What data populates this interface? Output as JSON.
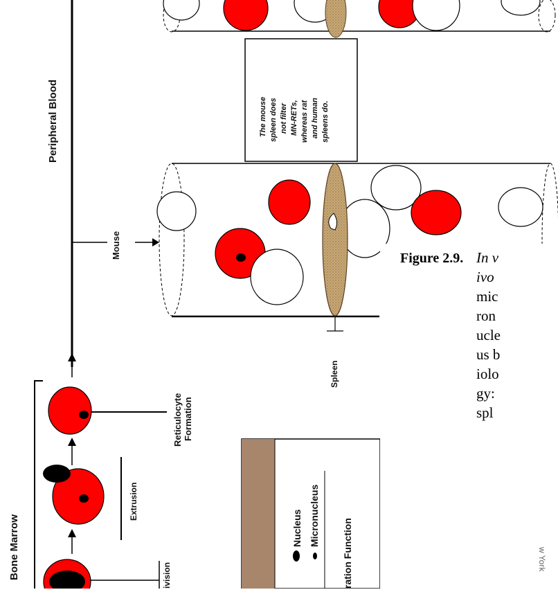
{
  "labels": {
    "peripheral_blood": "Peripheral Blood",
    "bone_marrow": "Bone Marrow",
    "mouse": "Mouse",
    "spleen": "Spleen",
    "reticulocyte_formation_line1": "Reticulocyte",
    "reticulocyte_formation_line2": "Formation",
    "extrusion": "Extrusion",
    "division_partial": "ivision"
  },
  "note_box": {
    "lines": [
      "The mouse",
      "spleen does",
      "not filter",
      "MN-RETs,",
      "whereas rat",
      "and human",
      "spleens do."
    ]
  },
  "legend": {
    "nucleus": "Nucleus",
    "micronucleus": "Micronucleus",
    "filtration_function_partial": "ration Function"
  },
  "caption": {
    "number": "Figure 2.9.",
    "italic_part": "In vivo",
    "text_part": " micronucleus biology: spl"
  },
  "edge_text": "w York",
  "colors": {
    "red_cell": "#ff0000",
    "nucleus": "#000000",
    "spleen_fill": "#c8a877",
    "legend_bar": "#a7866c"
  }
}
